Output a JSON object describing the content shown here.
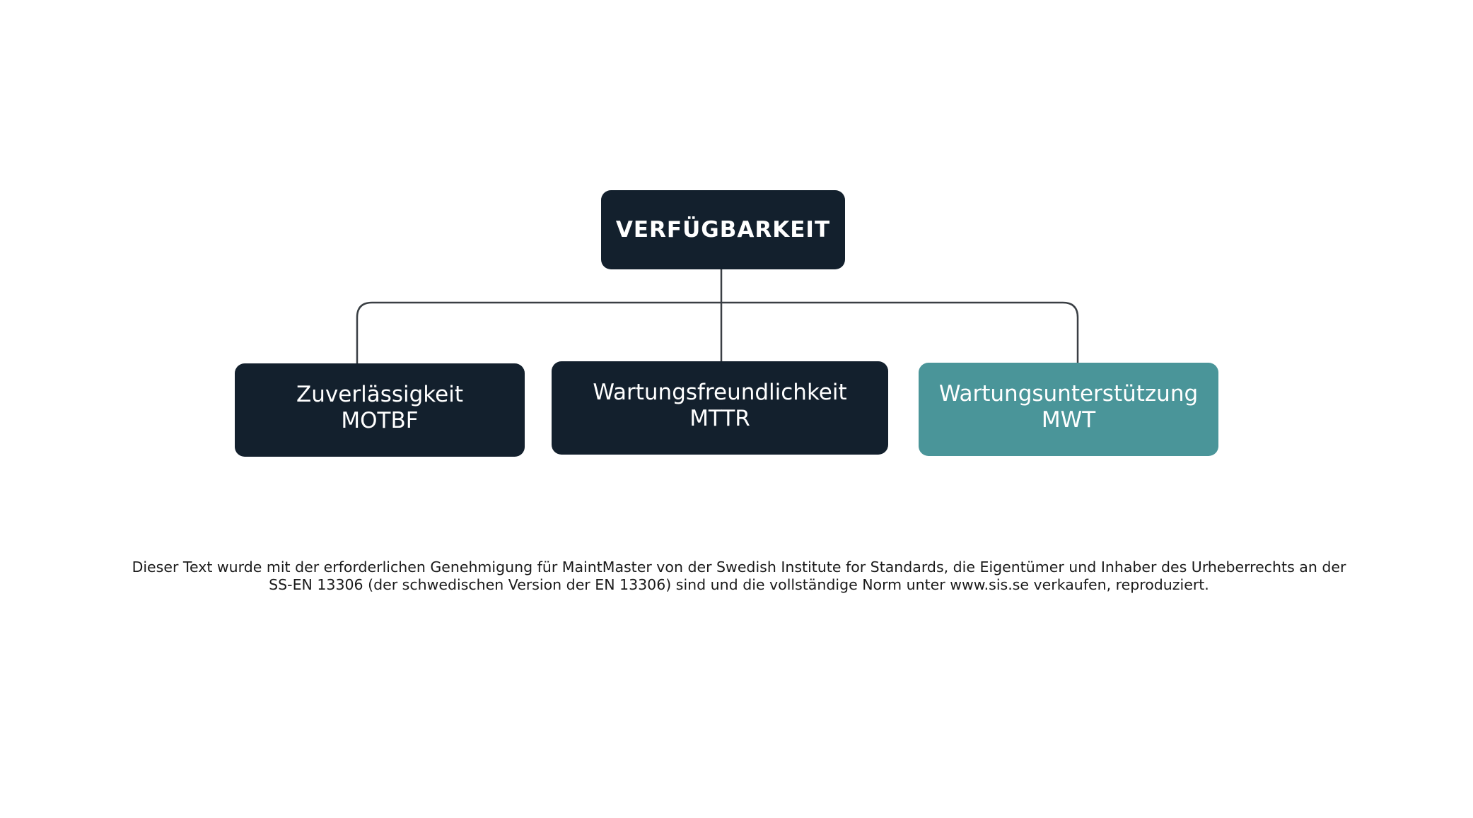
{
  "diagram": {
    "root": {
      "label": "VERFÜGBARKEIT"
    },
    "children": [
      {
        "label": "Zuverlässigkeit",
        "abbr": "MOTBF",
        "fill": "#13202d"
      },
      {
        "label": "Wartungsfreundlichkeit",
        "abbr": "MTTR",
        "fill": "#13202d"
      },
      {
        "label": "Wartungsunterstützung",
        "abbr": "MWT",
        "fill": "#4a9599"
      }
    ],
    "connector_color": "#3a3f44"
  },
  "footnote": {
    "line1": "Dieser Text wurde mit der erforderlichen Genehmigung für MaintMaster von der Swedish Institute for Standards, die Eigentümer und Inhaber des Urheberrechts an der",
    "line2": "SS-EN 13306 (der schwedischen Version der EN 13306) sind und die vollständige Norm unter www.sis.se verkaufen, reproduziert."
  }
}
